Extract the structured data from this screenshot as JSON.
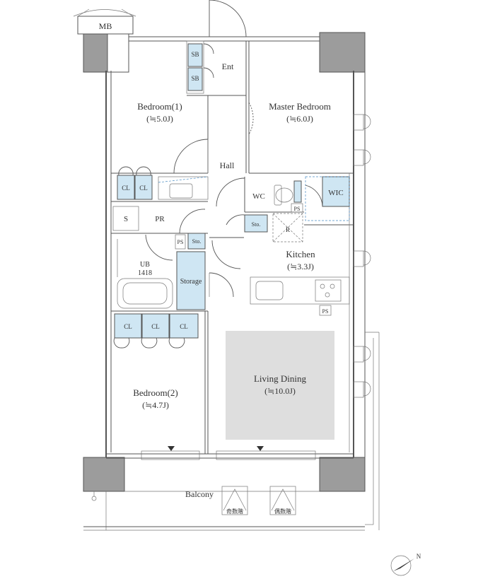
{
  "labels": {
    "mb": "MB",
    "ent": "Ent",
    "sb_top": "SB",
    "sb_bottom": "SB",
    "bedroom1": "Bedroom(1)",
    "bedroom1_size": "(≒5.0J)",
    "master_bedroom": "Master Bedroom",
    "master_bedroom_size": "(≒6.0J)",
    "hall": "Hall",
    "wc": "WC",
    "wic": "WIC",
    "ps_wc": "PS",
    "cl1": "CL",
    "cl2": "CL",
    "s": "S",
    "pr": "PR",
    "ps_pr": "PS",
    "sto_pr": "Sto.",
    "sto_hall": "Sto.",
    "r": "R",
    "kitchen": "Kitchen",
    "kitchen_size": "(≒3.3J)",
    "ub": "UB",
    "ub_size": "1418",
    "storage": "Storage",
    "ps_kitchen": "PS",
    "cl3": "CL",
    "cl4": "CL",
    "cl5": "CL",
    "living_dining": "Living Dining",
    "living_dining_size": "(≒10.0J)",
    "bedroom2": "Bedroom(2)",
    "bedroom2_size": "(≒4.7J)",
    "balcony": "Balcony",
    "stair_odd": "奇数階",
    "stair_even": "偶数階",
    "north": "N"
  },
  "colors": {
    "wall": "#9c9c9c",
    "storage_fill": "#cfe6f3",
    "living_area_fill": "#dedede"
  }
}
